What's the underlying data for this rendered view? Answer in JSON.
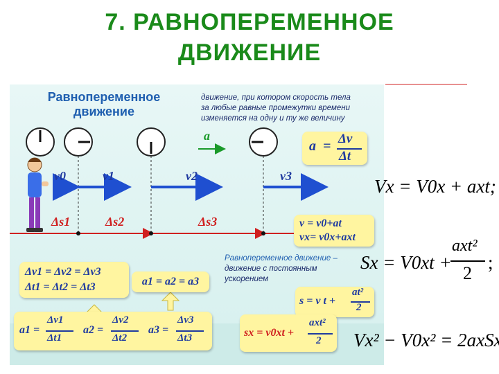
{
  "slide": {
    "title_line1": "7. РАВНОПЕРЕМЕННОЕ",
    "title_line2": "ДВИЖЕНИЕ",
    "colors": {
      "title": "#1a8a1a",
      "accent_red": "#d02020",
      "panel_bg": "#e2f4f2",
      "box_bg": "#fff5a0",
      "formula_blue": "#1f3aa0"
    }
  },
  "panel": {
    "title_line1": "Равнопеременное",
    "title_line2": "движение",
    "definition_line1": "движение, при котором скорость тела",
    "definition_line2": "за любые равные промежутки времени",
    "definition_line3": "изменяется на одну и ту же величину",
    "def2_line1": "Равнопеременное движение –",
    "def2_line2": "движение с постоянным",
    "def2_line3": "ускорением",
    "accel_label": "a",
    "velocity_labels": [
      "v0",
      "v1",
      "v2",
      "v3"
    ],
    "displacement_labels": [
      "Δs1",
      "Δs2",
      "Δs3"
    ],
    "box_accel_def": {
      "lhs": "a",
      "num": "Δv",
      "den": "Δt"
    },
    "box_velocity": {
      "line1": "v = v0+at",
      "line2": "vx= v0x+axt"
    },
    "box_equal_dv": "Δv1 = Δv2 = Δv3",
    "box_equal_dt": "Δt1 = Δt2 = Δt3",
    "box_equal_a": "a1 = a2 = a3",
    "box_s_vector": {
      "lhs": "s = v t +",
      "num": "at²",
      "den": "2"
    },
    "box_s_proj": {
      "lhs": "sx = v0xt +",
      "num": "axt²",
      "den": "2"
    },
    "box_a_list": [
      {
        "lhs": "a1 =",
        "num": "Δv1",
        "den": "Δt1"
      },
      {
        "lhs": "a2 =",
        "num": "Δv2",
        "den": "Δt2"
      },
      {
        "lhs": "a3 =",
        "num": "Δv3",
        "den": "Δt3"
      }
    ]
  },
  "formulas": {
    "f1": "Vx = V0x + axt;",
    "f2_lhs": "Sx = V0xt +",
    "f2_num": "axt²",
    "f2_den": "2",
    "f2_end": ";",
    "f3": "Vx² − V0x² = 2axSx ."
  }
}
